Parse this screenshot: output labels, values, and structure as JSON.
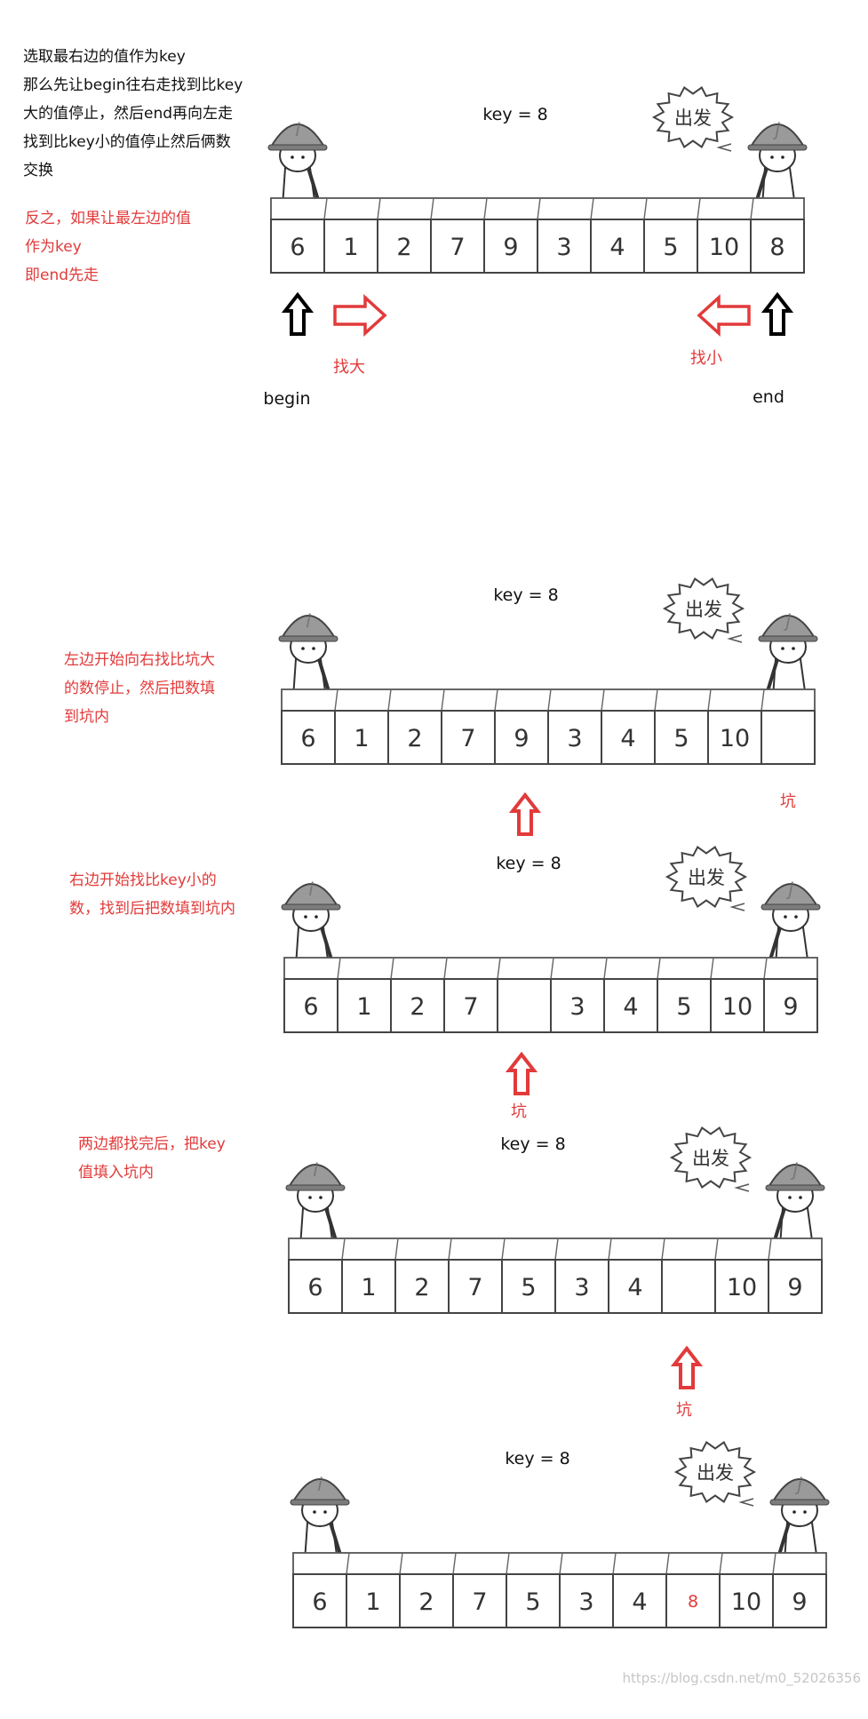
{
  "intro": {
    "lines": [
      "选取最右边的值作为key",
      "那么先让begin往右走找到比key",
      "大的值停止，然后end再向左走",
      "找到比key小的值停止然后俩数",
      "交换"
    ],
    "red_lines": [
      "反之，如果让最左边的值",
      "作为key",
      "即end先走"
    ]
  },
  "characters": {
    "left": "i",
    "right": "j",
    "sign": "出发"
  },
  "colors": {
    "accent_red": "#e23a3a",
    "text": "#111111"
  },
  "panels": [
    {
      "key_label": "key  =  8",
      "cells": [
        "6",
        "1",
        "2",
        "7",
        "9",
        "3",
        "4",
        "5",
        "10",
        "8"
      ],
      "labels": {
        "begin": "begin",
        "end": "end",
        "find_big": "找大",
        "find_small": "找小"
      }
    },
    {
      "key_label": "key  =  8",
      "cells": [
        "6",
        "1",
        "2",
        "7",
        "9",
        "3",
        "4",
        "5",
        "10",
        ""
      ],
      "note": [
        "左边开始向右找比坑大",
        "的数停止，然后把数填",
        "到坑内"
      ],
      "pit_label": "坑"
    },
    {
      "key_label": "key  =  8",
      "cells": [
        "6",
        "1",
        "2",
        "7",
        "",
        "3",
        "4",
        "5",
        "10",
        "9"
      ],
      "note": [
        "右边开始找比key小的",
        "数，找到后把数填到坑内"
      ],
      "pit_label": "坑"
    },
    {
      "key_label": "key  =  8",
      "cells": [
        "6",
        "1",
        "2",
        "7",
        "5",
        "3",
        "4",
        "",
        "10",
        "9"
      ],
      "note": [
        "两边都找完后，把key",
        "值填入坑内"
      ],
      "pit_label": "坑"
    },
    {
      "key_label": "key  =  8",
      "cells": [
        "6",
        "1",
        "2",
        "7",
        "5",
        "3",
        "4",
        "8",
        "10",
        "9"
      ],
      "highlight_index": 7
    }
  ],
  "watermark": "https://blog.csdn.net/m0_52026356"
}
